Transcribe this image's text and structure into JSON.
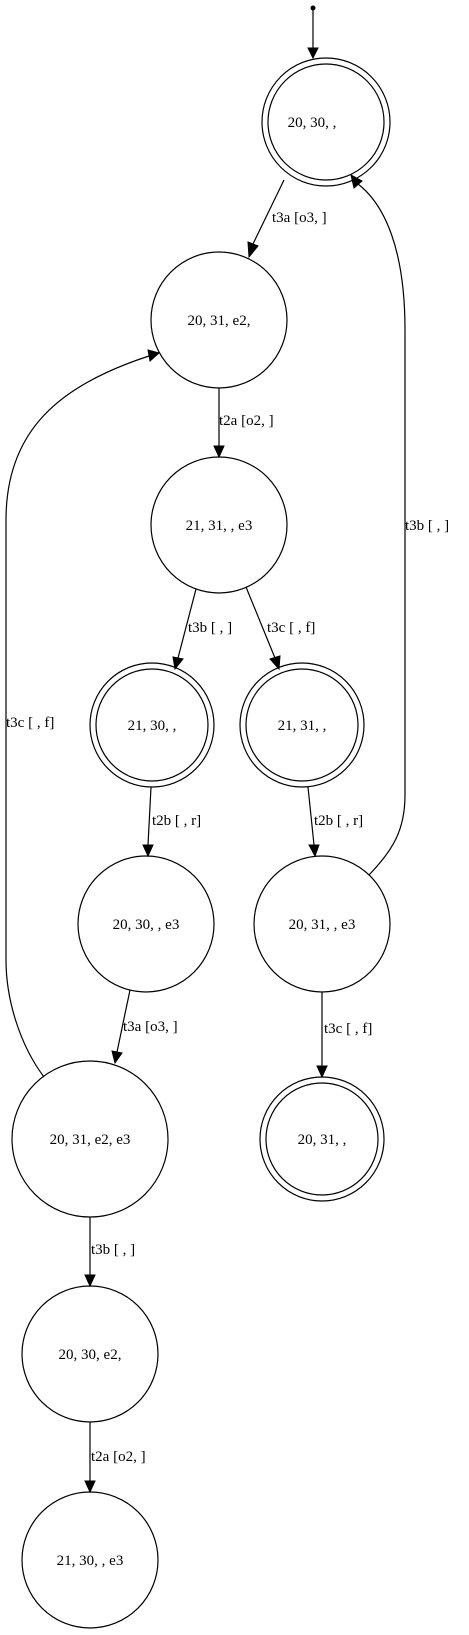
{
  "states": {
    "s0": "20, 30, ,",
    "s1": "20, 31, e2,",
    "s2": "21, 31, , e3",
    "s3": "21, 30, ,",
    "s4": "21, 31, ,",
    "s5": "20, 30, , e3",
    "s6": "20, 31, , e3",
    "s7": "20, 31, e2, e3",
    "s8": "20, 31, ,",
    "s9": "20, 30, e2,",
    "s10": "21, 30, , e3"
  },
  "transitions": {
    "t_s0_s1": "t3a [o3,  ]",
    "t_s1_s2": "t2a [o2,  ]",
    "t_s2_s3": "t3b [ ,  ]",
    "t_s2_s4": "t3c [ , f]",
    "t_s3_s5": "t2b [ , r]",
    "t_s4_s6": "t2b [ , r]",
    "t_s5_s7": "t3a [o3,  ]",
    "t_s6_s8": "t3c [ , f]",
    "t_s6_s0": "t3b [ ,  ]",
    "t_s7_s1": "t3c [ , f]",
    "t_s7_s9": "t3b [ ,  ]",
    "t_s9_s10": "t2a [o2,  ]"
  }
}
